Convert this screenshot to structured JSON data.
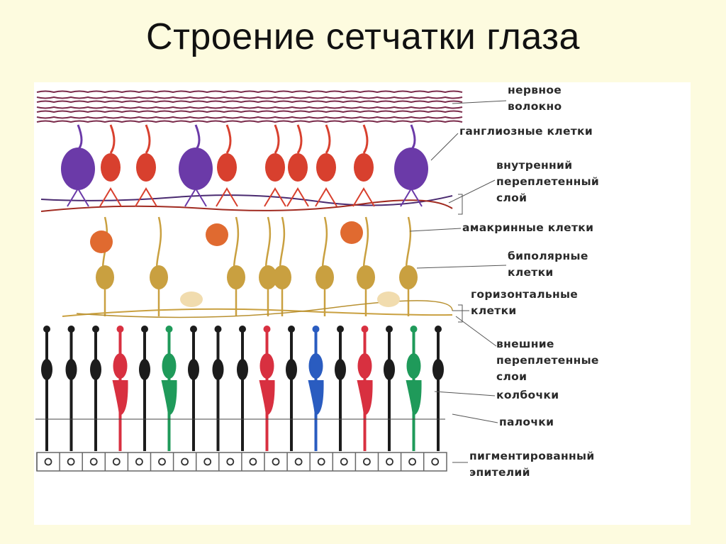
{
  "title": "Строение сетчатки глаза",
  "labels": {
    "nerve_fiber": [
      "нервное",
      "волокно"
    ],
    "ganglion": [
      "ганглиозные клетки"
    ],
    "inner_plexiform": [
      "внутренний",
      "переплетенный",
      "слой"
    ],
    "amacrine": [
      "амакринные клетки"
    ],
    "bipolar": [
      "биполярные",
      "клетки"
    ],
    "horizontal": [
      "горизонтальные",
      "клетки"
    ],
    "outer_plexiform": [
      "внешние",
      "переплетенные",
      "слои"
    ],
    "cones": [
      "колбочки"
    ],
    "rods": [
      "палочки"
    ],
    "pigment_epithelium": [
      "пигментированный",
      "эпителий"
    ]
  },
  "colors": {
    "nerve_fiber": "#7a2a4a",
    "ganglion_large": "#6b3aa8",
    "ganglion_small": "#d8402e",
    "amacrine": "#e06a30",
    "bipolar": "#c9a040",
    "rod": "#1c1c1c",
    "cone_red": "#d83040",
    "cone_green": "#1f9a5a",
    "cone_blue": "#2a5cc0"
  },
  "photoreceptors": [
    "rod",
    "rod",
    "rod",
    "cone_red",
    "rod",
    "cone_green",
    "rod",
    "rod",
    "rod",
    "cone_red",
    "rod",
    "cone_blue",
    "rod",
    "cone_red",
    "rod",
    "cone_green",
    "rod"
  ]
}
